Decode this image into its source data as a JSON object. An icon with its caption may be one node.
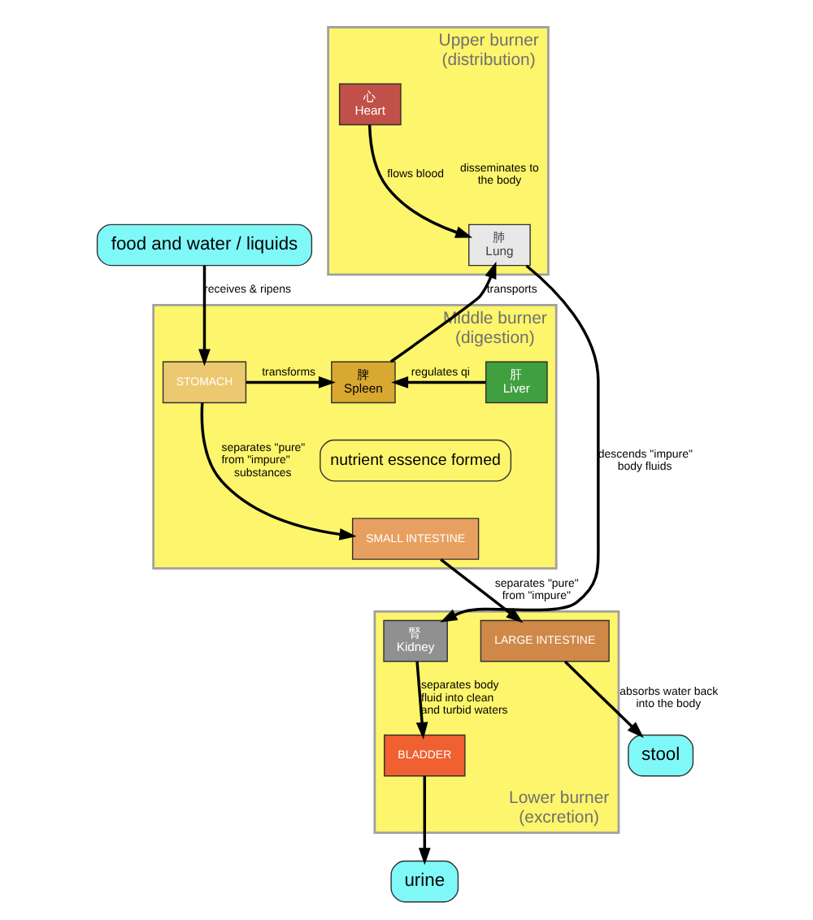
{
  "diagram": {
    "nodes": [
      {
        "text": [
          "food and water / liquids"
        ]
      },
      {
        "text": [
          "Upper burner",
          "(distribution)"
        ]
      },
      {
        "text": [
          "肺",
          "Lung"
        ],
        "in": 1,
        "beside": [
          "disseminates to the body"
        ]
      },
      {
        "text": [
          "心",
          "Heart"
        ],
        "in": 1
      },
      {
        "text": [
          "Middle burner",
          "(digestion)"
        ]
      },
      {
        "text": [
          "STOMACH"
        ],
        "in": 4
      },
      {
        "text": [
          "脾",
          "Spleen"
        ],
        "in": 4
      },
      {
        "text": [
          "nutrient essence formed"
        ],
        "in": 4
      },
      {
        "text": [
          "肝",
          "Liver"
        ],
        "in": 4
      },
      {
        "text": [
          "SMALL INTESTINE"
        ],
        "in": 4
      },
      {
        "text": [
          "Lower burner",
          "(excretion)"
        ]
      },
      {
        "text": [
          "腎",
          "Kidney"
        ],
        "in": 10
      },
      {
        "text": [
          "LARGE INTESTINE"
        ],
        "in": 10
      },
      {
        "text": [
          "BLADDER"
        ],
        "in": 10
      },
      {
        "text": [
          "stool"
        ]
      },
      {
        "text": [
          "urine"
        ]
      }
    ],
    "edges": [
      {
        "from": 0,
        "to": 5,
        "arrow": "to",
        "label": "receives & ripens"
      },
      {
        "from": 5,
        "to": 6,
        "arrow": "to",
        "label": "transforms"
      },
      {
        "from": 6,
        "to": 2,
        "arrow": "to",
        "label": "transports"
      },
      {
        "from": 3,
        "to": 2,
        "arrow": "to",
        "label": "flows blood"
      },
      {
        "from": 8,
        "to": 6,
        "arrow": "to",
        "label": "regulates qi"
      },
      {
        "from": 2,
        "to": 11,
        "arrow": "to",
        "label": "descends \"impure\" body fluids"
      },
      {
        "from": 5,
        "to": 9,
        "arrow": "to",
        "label": "separates \"pure\" from \"impure\" substances"
      },
      {
        "from": 9,
        "to": 12,
        "arrow": "to",
        "label": "separates \"pure\" from \"impure\""
      },
      {
        "from": 11,
        "to": 13,
        "arrow": "to",
        "label": "separates body fluid into clean and turbid waters"
      },
      {
        "from": 12,
        "to": 14,
        "arrow": "to",
        "label": "absorbs water back into the body"
      },
      {
        "from": 13,
        "to": 15,
        "arrow": "to"
      }
    ]
  }
}
